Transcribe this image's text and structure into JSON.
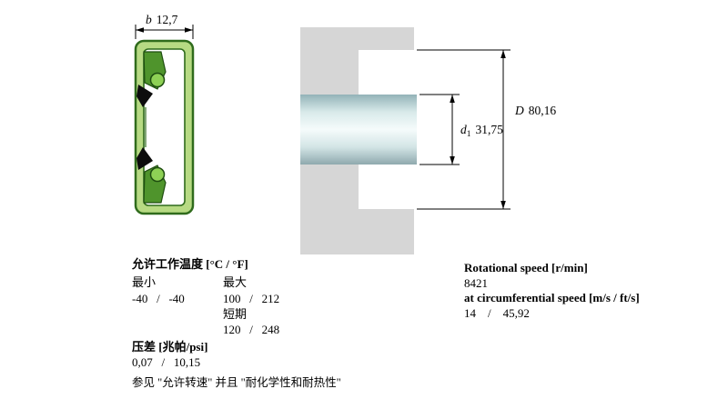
{
  "drawing": {
    "b_letter": "b",
    "b_value": "12,7",
    "D_letter": "D",
    "D_value": "80,16",
    "d1_letter": "d",
    "d1_sub": "1",
    "d1_value": "31,75"
  },
  "temperature": {
    "title": "允许工作温度 [°C / °F]",
    "min_header": "最小",
    "max_header": "最大",
    "min_value": "-40   /   -40",
    "max_value": "100   /   212",
    "short_term_label": "短期",
    "short_term_value": "120   /   248"
  },
  "pressure": {
    "title": "压差 [兆帕/psi]",
    "value": "0,07   /   10,15"
  },
  "note": "参见 \"允许转速\" 并且 \"耐化学性和耐热性\"",
  "speed": {
    "rotational_title": "Rotational speed [r/min]",
    "rotational_value": "8421",
    "circumferential_title": "at circumferential speed [m/s / ft/s]",
    "circumferential_value": "14    /    45,92"
  },
  "colors": {
    "seal_outline_green": "#2f6b1c",
    "seal_fill_green": "#b7da83",
    "spring_green": "#8ed155",
    "housing_gray": "#d6d6d6",
    "shaft_blue_gray": "#cfe3e4"
  }
}
